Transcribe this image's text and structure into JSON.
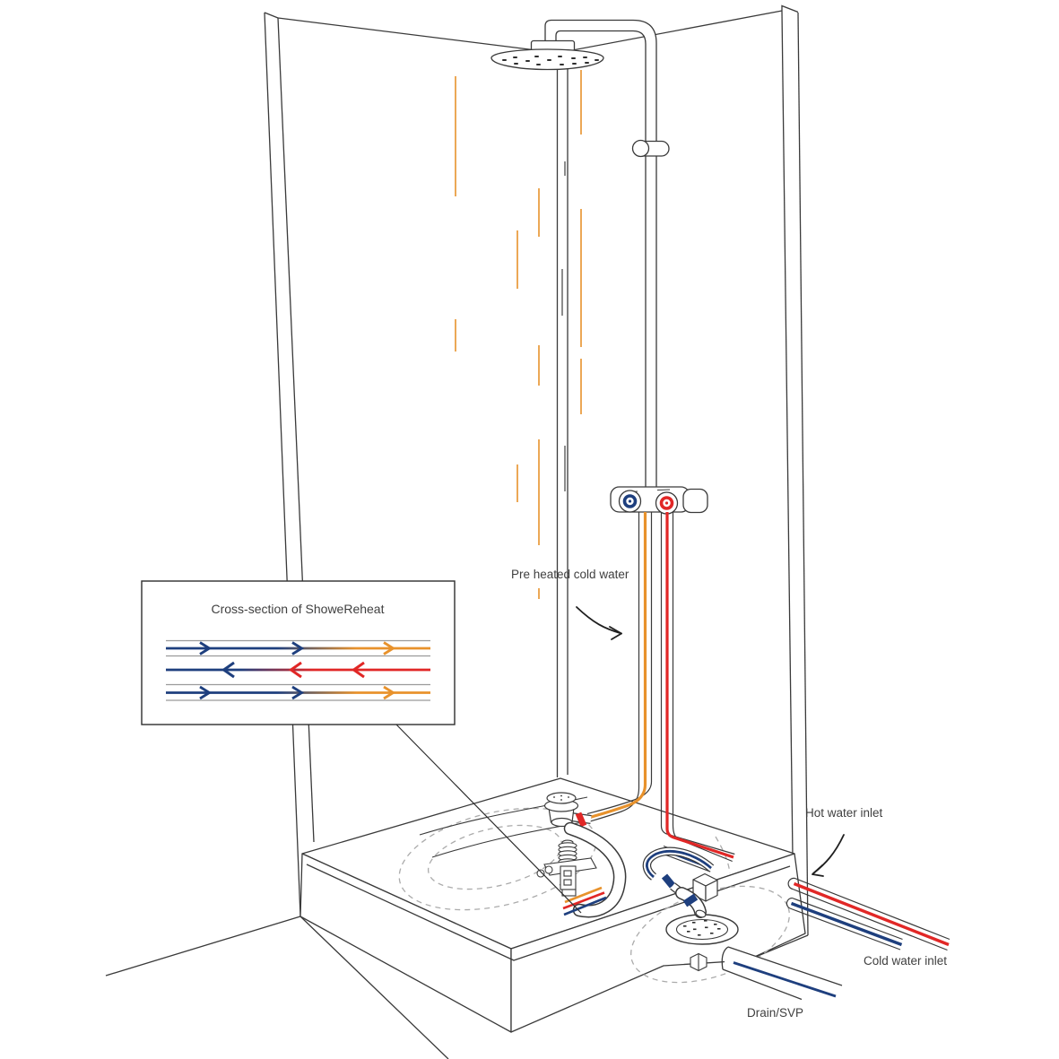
{
  "inset": {
    "title": "Cross-section of ShoweReheat",
    "flows": [
      {
        "channel": "outer",
        "direction": "right",
        "meaning": "cold water being pre-heated"
      },
      {
        "channel": "center",
        "direction": "left",
        "meaning": "hot waste water cooling"
      },
      {
        "channel": "outer",
        "direction": "right",
        "meaning": "cold water being pre-heated"
      }
    ]
  },
  "labels": {
    "pre_heated": "Pre heated cold water",
    "hot_inlet": "Hot water inlet",
    "cold_inlet": "Cold water inlet",
    "drain": "Drain/SVP"
  },
  "colors": {
    "pre_heated": "#E8922C",
    "hot": "#E12726",
    "cold": "#1E3F7E",
    "line": "#3A3A3A",
    "gray_rail": "#9A9A9A",
    "dashed": "#ABABAB",
    "water_gray": "#5A5A5A",
    "text": "#3F3F3F"
  }
}
